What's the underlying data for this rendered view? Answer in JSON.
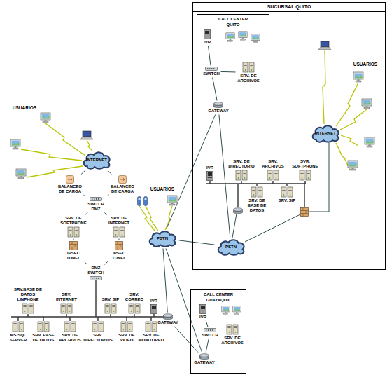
{
  "diagram": {
    "nodes": [
      {
        "text": [
          "SUCURSAL QUITO"
        ]
      },
      {
        "text": [
          "CALL CENTER QUITO"
        ],
        "in": 0
      },
      {
        "text": [
          "IVR"
        ],
        "in": 1
      },
      {
        "text": [
          "SWITCH"
        ],
        "in": 1
      },
      {
        "text": [
          "SRV. DE ARCHIVOS"
        ],
        "in": 1
      },
      {
        "text": [
          "GATEWAY"
        ],
        "in": 1
      },
      {
        "text": [
          "INTERNET"
        ],
        "in": 0
      },
      {
        "text": [
          "IVR"
        ],
        "in": 0
      },
      {
        "text": [
          "SRV. DE DIRECTORIO"
        ],
        "in": 0
      },
      {
        "text": [
          "SRV. ARCHIVOS"
        ],
        "in": 0
      },
      {
        "text": [
          "SVR. SOFTPHONE"
        ],
        "in": 0
      },
      {
        "text": [
          "SRV. DE BASE DE DATOS"
        ],
        "in": 0
      },
      {
        "text": [
          "SRV. SIP"
        ],
        "in": 0
      },
      {
        "text": [
          "PSTN"
        ],
        "in": 0
      },
      {
        "text": [
          "INTERNET"
        ]
      },
      {
        "text": [
          "BALANCEO DE CARGA"
        ]
      },
      {
        "text": [
          "BALANCEO DE CARGA"
        ]
      },
      {
        "text": [
          "SWITCH DMZ"
        ]
      },
      {
        "text": [
          "SRV. DE SOFTPHONE"
        ]
      },
      {
        "text": [
          "SRV. DE INTERNET"
        ]
      },
      {
        "text": [
          "IPSEC TUNEL"
        ]
      },
      {
        "text": [
          "IPSEC TUNEL"
        ]
      },
      {
        "text": [
          "PSTN"
        ]
      },
      {
        "text": [
          "DMZ SWITCH"
        ]
      },
      {
        "text": [
          "SRV.BASE DE DATOS LINPHONE"
        ]
      },
      {
        "text": [
          "SRV. INTERNET"
        ]
      },
      {
        "text": [
          "SRV. SIP"
        ]
      },
      {
        "text": [
          "SRV. CORREO"
        ]
      },
      {
        "text": [
          "IVR"
        ]
      },
      {
        "text": [
          "GATEWAY"
        ]
      },
      {
        "text": [
          "MS SQL SERVER"
        ]
      },
      {
        "text": [
          "SRV. BASE DE DATOS"
        ]
      },
      {
        "text": [
          "SRV. DE ARCHIVOS"
        ]
      },
      {
        "text": [
          "SRV. DIRECTORIOS"
        ]
      },
      {
        "text": [
          "SRV. DE VIDEO"
        ]
      },
      {
        "text": [
          "SRV. DE MONITOREO"
        ]
      },
      {
        "text": [
          "CALL CENTER GUAYAQUIL"
        ]
      },
      {
        "text": [
          "IVR"
        ],
        "in": 36
      },
      {
        "text": [
          "SWITCH"
        ],
        "in": 36
      },
      {
        "text": [
          "SRV. DE ARCHIVOS"
        ],
        "in": 36
      },
      {
        "text": [
          "GATEWAY"
        ],
        "in": 36
      }
    ],
    "edges": [
      {
        "from": 2,
        "to": 3,
        "arrow": "none"
      },
      {
        "from": 3,
        "to": 4,
        "arrow": "none"
      },
      {
        "from": 3,
        "to": 5,
        "arrow": "none"
      },
      {
        "from": 14,
        "to": 15,
        "arrow": "none"
      },
      {
        "from": 14,
        "to": 16,
        "arrow": "none"
      },
      {
        "from": 15,
        "to": 17,
        "arrow": "none"
      },
      {
        "from": 16,
        "to": 17,
        "arrow": "none"
      },
      {
        "from": 17,
        "to": 18,
        "arrow": "none"
      },
      {
        "from": 17,
        "to": 19,
        "arrow": "none"
      },
      {
        "from": 18,
        "to": 20,
        "arrow": "none"
      },
      {
        "from": 19,
        "to": 21,
        "arrow": "none"
      },
      {
        "from": 20,
        "to": 23,
        "arrow": "none"
      },
      {
        "from": 21,
        "to": 23,
        "arrow": "none"
      },
      {
        "from": 29,
        "to": 22,
        "arrow": "none"
      },
      {
        "from": 22,
        "to": 13,
        "arrow": "none"
      },
      {
        "from": 22,
        "to": 5,
        "arrow": "none"
      },
      {
        "from": 13,
        "to": 5,
        "arrow": "none"
      },
      {
        "from": 22,
        "to": 40,
        "arrow": "none"
      },
      {
        "from": 29,
        "to": 40,
        "arrow": "none"
      },
      {
        "from": 37,
        "to": 38,
        "arrow": "none"
      },
      {
        "from": 38,
        "to": 39,
        "arrow": "none"
      },
      {
        "from": 38,
        "to": 40,
        "arrow": "none"
      }
    ],
    "labels": [
      "USUARIOS",
      "USUARIOS",
      "USUARIOS"
    ]
  }
}
